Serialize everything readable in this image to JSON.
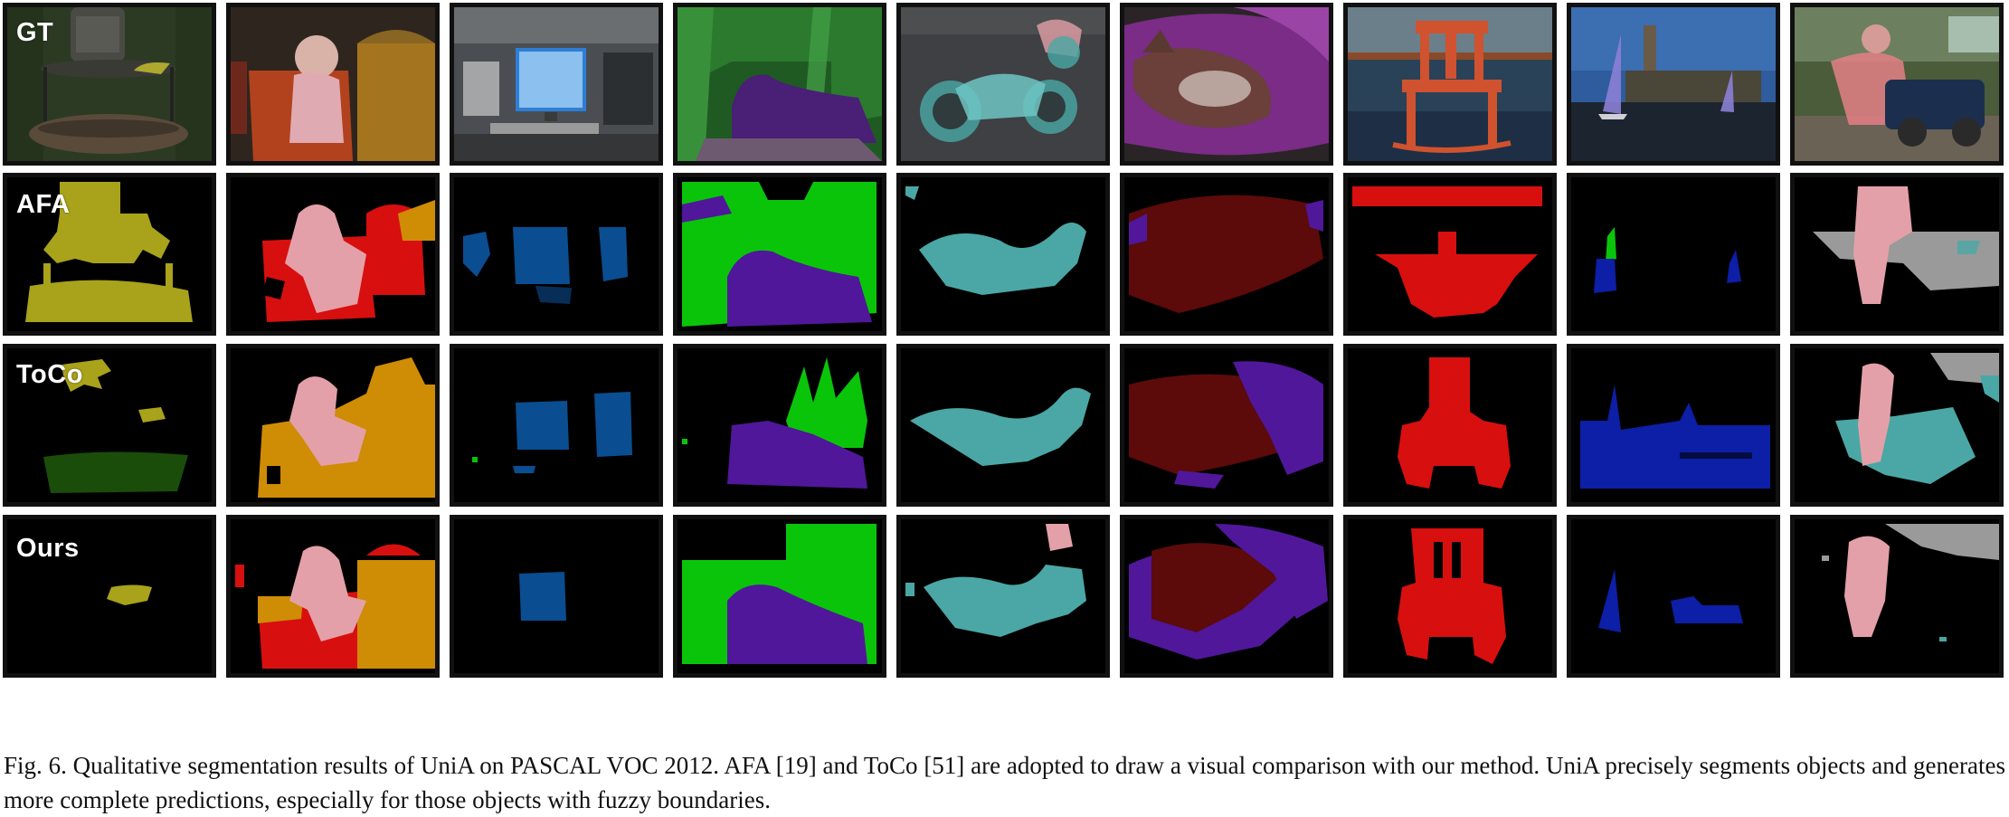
{
  "figure": {
    "row_labels": {
      "gt": "GT",
      "afa": "AFA",
      "toco": "ToCo",
      "ours": "Ours"
    },
    "class_colors": {
      "bird": "#a9a21b",
      "person": "#e4a0a8",
      "chair": "#d80f0f",
      "diningtable": "#cf8c05",
      "tvmonitor": "#0a4d91",
      "dog": "#50179a",
      "sofa": "#0ac40a",
      "motorbike": "#4aa7a5",
      "cat": "#5c0a0a",
      "boat": "#0c1fa6",
      "car": "#9a9a9a",
      "pottedplant": "#1a4d0a"
    }
  },
  "caption": {
    "text": "Fig. 6.  Qualitative segmentation results of UniA on PASCAL VOC 2012. AFA [19] and ToCo [51] are adopted to draw a visual comparison with our method. UniA precisely segments objects and generates more complete predictions, especially for those objects with fuzzy boundaries."
  }
}
